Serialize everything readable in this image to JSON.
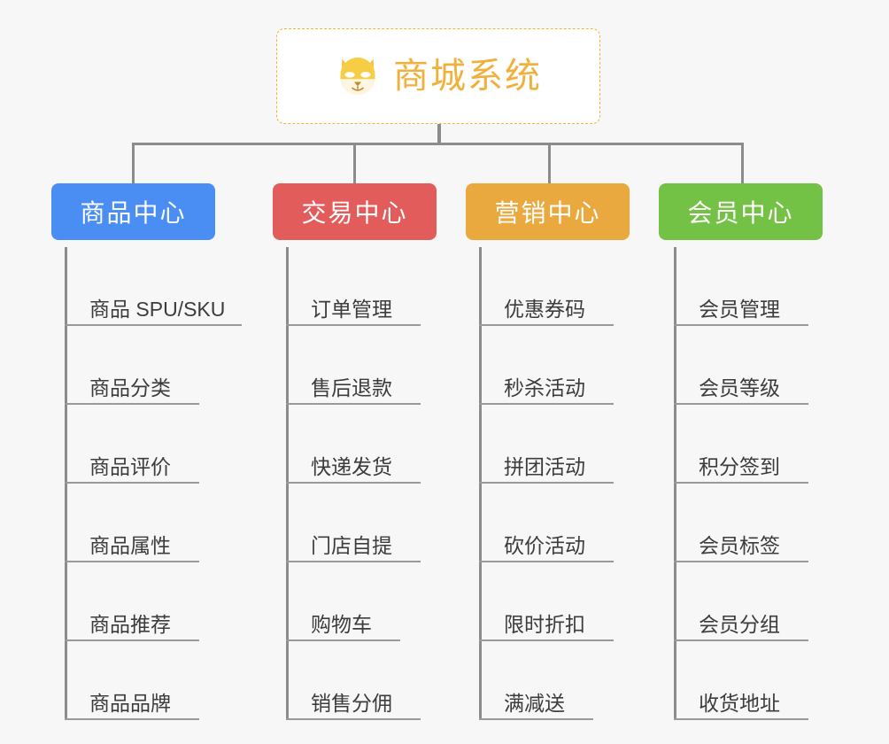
{
  "canvas": {
    "background_color": "#f7f7f7",
    "connector_color": "#8c8c8c"
  },
  "root": {
    "title": "商城系统",
    "icon": "shiba-dog-face-icon",
    "border_color": "#f0b434",
    "text_color": "#f0b03c",
    "background_color": "#ffffff"
  },
  "branches": [
    {
      "label": "商品中心",
      "color": "#4a8ef4",
      "items": [
        "商品 SPU/SKU",
        "商品分类",
        "商品评价",
        "商品属性",
        "商品推荐",
        "商品品牌"
      ]
    },
    {
      "label": "交易中心",
      "color": "#e25c5c",
      "items": [
        "订单管理",
        "售后退款",
        "快递发货",
        "门店自提",
        "购物车",
        "销售分佣"
      ]
    },
    {
      "label": "营销中心",
      "color": "#e9a93e",
      "items": [
        "优惠券码",
        "秒杀活动",
        "拼团活动",
        "砍价活动",
        "限时折扣",
        "满减送"
      ]
    },
    {
      "label": "会员中心",
      "color": "#74c245",
      "items": [
        "会员管理",
        "会员等级",
        "积分签到",
        "会员标签",
        "会员分组",
        "收货地址"
      ]
    }
  ]
}
